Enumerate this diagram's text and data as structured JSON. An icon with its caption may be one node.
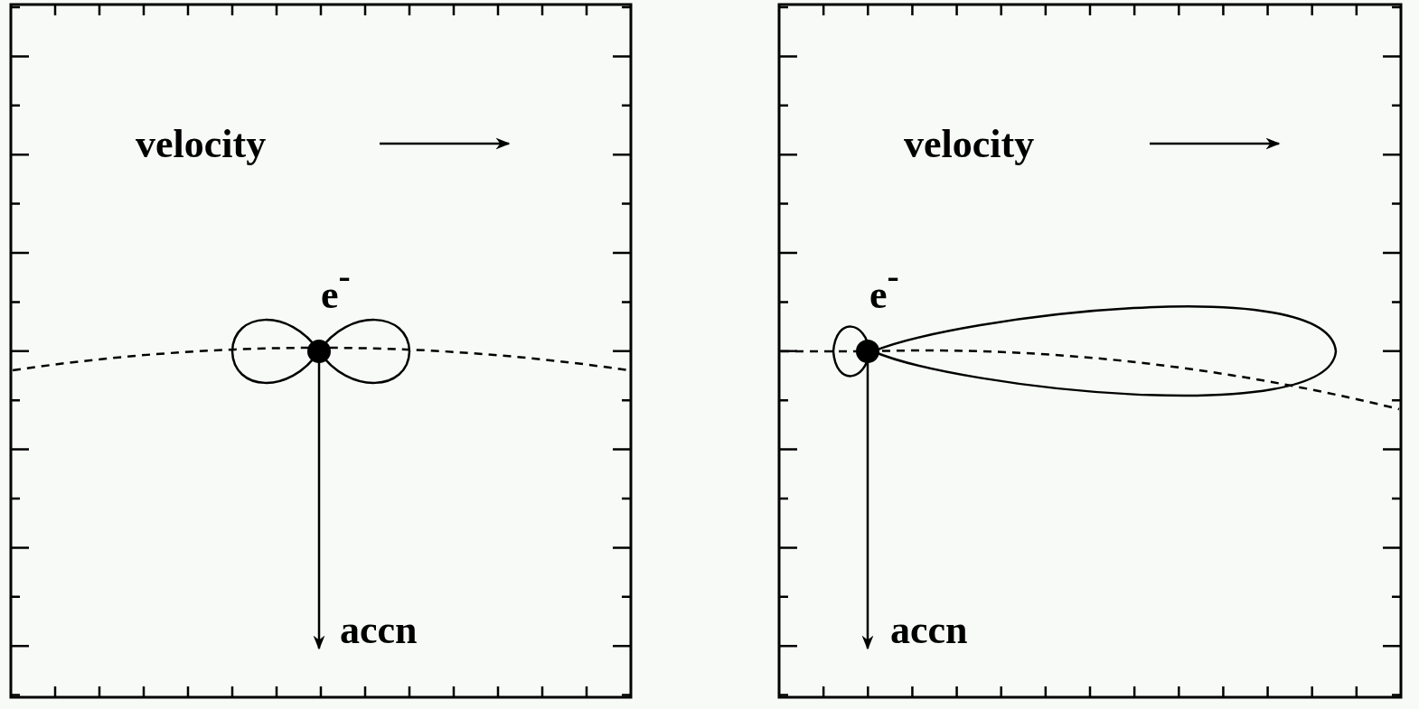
{
  "diagram": {
    "labels": [
      "velocity",
      "e$^{-}$",
      "accn",
      "velocity",
      "e$^{-}$",
      "accn"
    ]
  }
}
